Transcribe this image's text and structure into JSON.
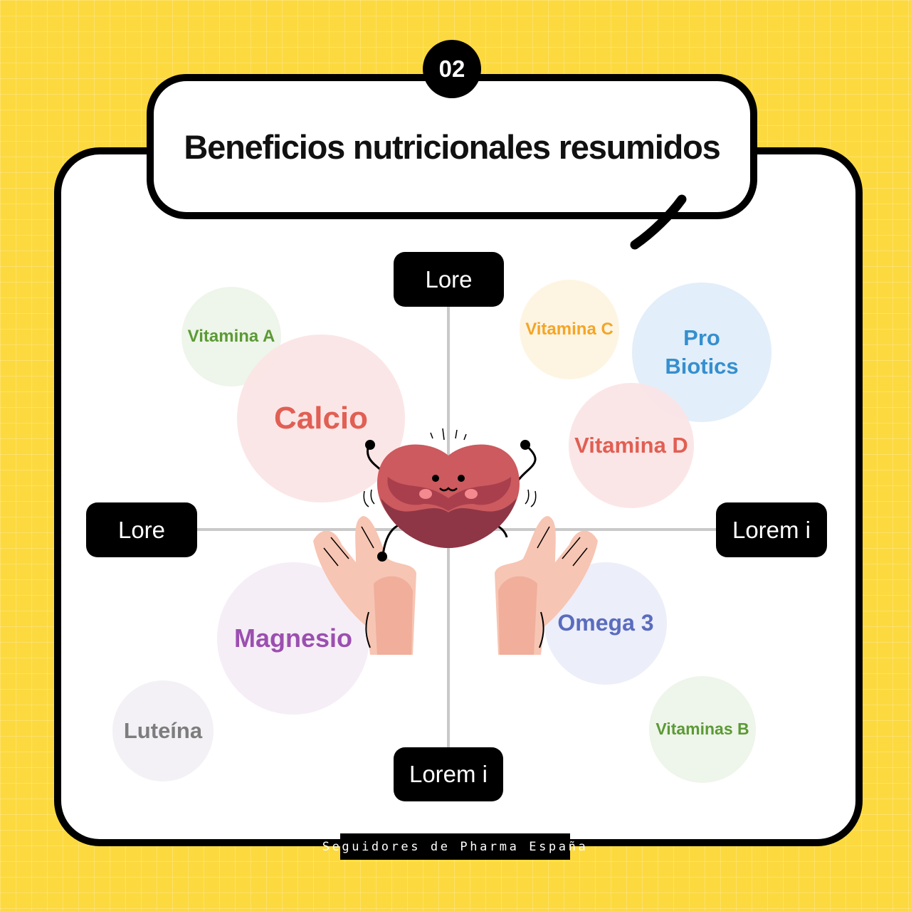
{
  "badge": "02",
  "title": "Beneficios nutricionales resumidos",
  "axis_labels": {
    "top": "Lore",
    "left": "Lore",
    "right": "Lorem i",
    "bottom": "Lorem i"
  },
  "nutrients": [
    {
      "label": "Vitamina A",
      "color": "#5b9a35",
      "fill": "#eef5ea"
    },
    {
      "label": "Calcio",
      "color": "#e0574a",
      "fill": "#fbe5e6"
    },
    {
      "label": "Vitamina C",
      "color": "#f5a526",
      "fill": "#fdf5e2"
    },
    {
      "label": "Pro Biotics",
      "color": "#2f8ccd",
      "fill": "#e2eefa"
    },
    {
      "label": "Vitamina D",
      "color": "#e0574a",
      "fill": "#fbe5e6"
    },
    {
      "label": "Magnesio",
      "color": "#9b4fb0",
      "fill": "#f6eef6"
    },
    {
      "label": "Omega 3",
      "color": "#5a6cbe",
      "fill": "#eceef9"
    },
    {
      "label": "Luteína",
      "color": "#7d7d7d",
      "fill": "#f3f1f5"
    },
    {
      "label": "Vitaminas B",
      "color": "#5b9a35",
      "fill": "#eef5ea"
    }
  ],
  "footer": "Seguidores de Pharma España",
  "icons": [
    "heart-mascot-icon",
    "hands-icon",
    "speech-tail-icon"
  ]
}
